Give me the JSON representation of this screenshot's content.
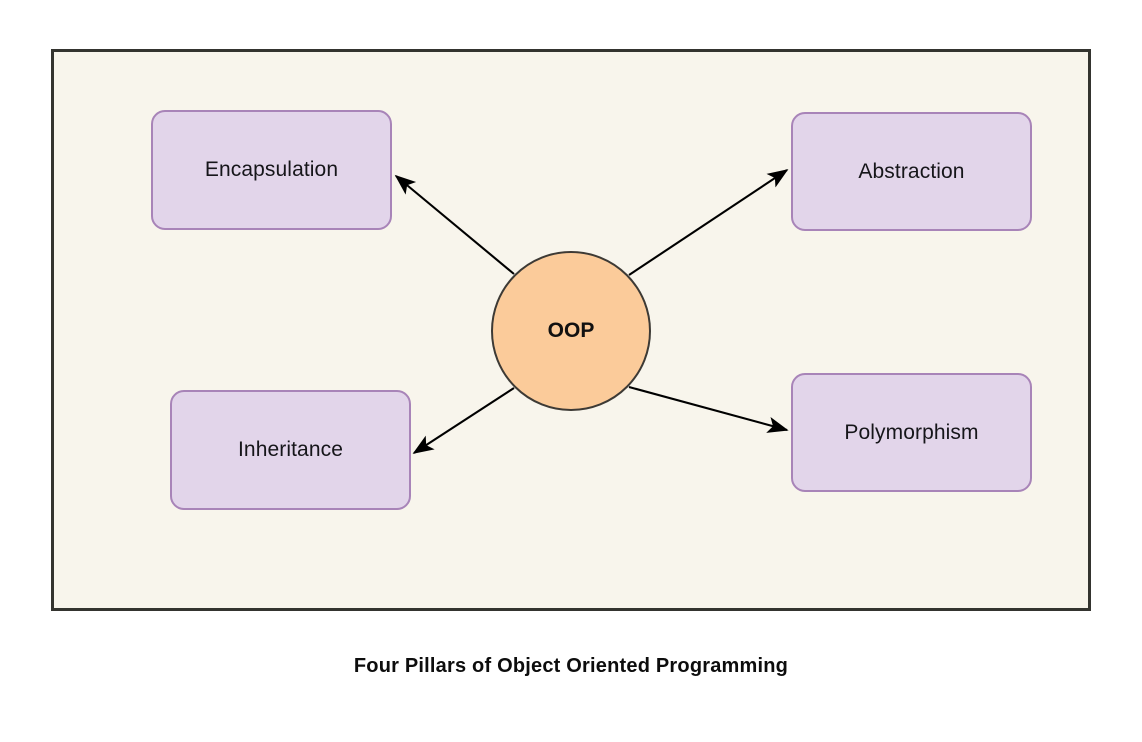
{
  "diagram": {
    "caption": "Four Pillars of Object Oriented Programming",
    "center": {
      "label": "OOP",
      "shape": "circle",
      "fill": "#fbcb9a",
      "stroke": "#3d3a35"
    },
    "frame": {
      "background": "#f8f5ec",
      "border_color": "#34342f"
    },
    "page_background": "#ffffff",
    "node_style": {
      "fill": "#e2d5ea",
      "stroke": "#a884b8",
      "text_color": "#16161a"
    },
    "edge_color": "#000000",
    "nodes": [
      {
        "id": "encapsulation",
        "label": "Encapsulation",
        "position": "top-left"
      },
      {
        "id": "abstraction",
        "label": "Abstraction",
        "position": "top-right"
      },
      {
        "id": "inheritance",
        "label": "Inheritance",
        "position": "bottom-left"
      },
      {
        "id": "polymorphism",
        "label": "Polymorphism",
        "position": "bottom-right"
      }
    ],
    "edges": [
      {
        "from": "OOP",
        "to": "Encapsulation",
        "arrow": "single",
        "direction": "up-left"
      },
      {
        "from": "OOP",
        "to": "Abstraction",
        "arrow": "single",
        "direction": "up-right"
      },
      {
        "from": "OOP",
        "to": "Inheritance",
        "arrow": "single",
        "direction": "down-left"
      },
      {
        "from": "OOP",
        "to": "Polymorphism",
        "arrow": "single",
        "direction": "down-right"
      }
    ]
  }
}
